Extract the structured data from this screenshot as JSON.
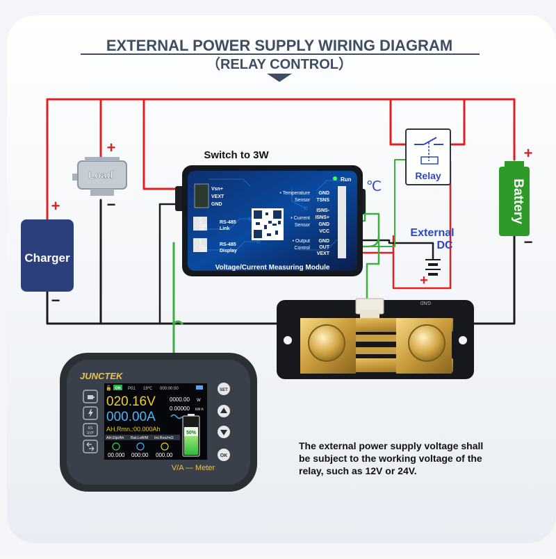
{
  "title": {
    "main": "EXTERNAL POWER SUPPLY WIRING DIAGRAM",
    "sub": "（RELAY CONTROL）"
  },
  "charger": {
    "label": "Charger",
    "plus": "+",
    "minus": "−"
  },
  "load": {
    "label": "Load",
    "plus": "+",
    "minus": "−"
  },
  "battery": {
    "label": "Battery",
    "plus": "+",
    "minus": "−"
  },
  "relay": {
    "label": "Relay"
  },
  "external_dc": {
    "line1": "External",
    "line2": "DC",
    "plus": "+"
  },
  "module": {
    "switch_label": "Switch to 3W",
    "run_label": "Run",
    "name": "Voltage/Current Measuring Module",
    "pins_left": [
      "Vsn+",
      "VEXT",
      "GND"
    ],
    "rs485_link": [
      "RS-485",
      "Link"
    ],
    "rs485_display": [
      "RS-485",
      "Display"
    ],
    "link_pins": [
      "B",
      "A",
      "GND",
      "NC"
    ],
    "display_pins": [
      "B",
      "A",
      "GND",
      "+5V"
    ],
    "temp_label": [
      "• Temperature",
      "Sensor"
    ],
    "current_label": [
      "• Current",
      "Sensor"
    ],
    "output_label": [
      "• Output",
      "Control"
    ],
    "pins_right": [
      "GND",
      "TSNS",
      "ISNS-",
      "ISNS+",
      "GND",
      "VCC",
      "GND",
      "OUT",
      "VEXT"
    ],
    "celsius": "℃"
  },
  "shunt": {
    "gnd_label": "GND"
  },
  "meter": {
    "brand": "JUNCTEK",
    "status_on": "ON",
    "status_p": "P01",
    "status_temp": "19℃",
    "status_time": "000:00:00",
    "voltage": "020.16V",
    "current": "000.00A",
    "power": "0000.00",
    "power_unit": "W",
    "energy": "0.00000",
    "energy_unit": "kW·h",
    "battery_pct": "50%",
    "ah_remaining": "AH.Rmn.:00.000Ah",
    "cols": [
      "AH.Elp/Ah",
      "Bat.Left/M",
      "Int.Res/mΩ"
    ],
    "col_values": [
      "00.000",
      "000:00",
      "000.00"
    ],
    "buttons": [
      "SET",
      "OK"
    ],
    "side_icons": [
      "RS",
      "SVP"
    ],
    "footer": "V/A — Meter"
  },
  "note": "The external power supply voltage shall be subject to the working voltage of the relay, such as 12V or 24V.",
  "note_lines": [
    "The external power supply voltage shall",
    "be subject to the working voltage of the",
    "relay, such as 12V or 24V."
  ],
  "colors": {
    "red_wire": "#e02020",
    "black_wire": "#1a1a1a",
    "green_wire": "#3cae3c",
    "title": "#3f4d63",
    "charger": "#2c3f7d",
    "battery": "#2f9a2a",
    "ext_dc": "#2b47c9"
  }
}
